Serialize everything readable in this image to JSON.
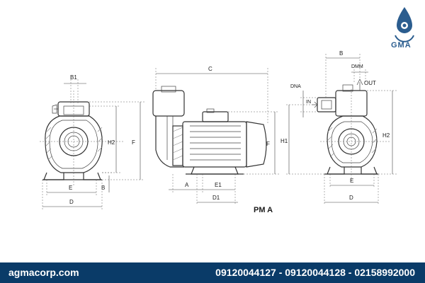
{
  "brand": {
    "logo_text": "GMA",
    "logo_icon": "water-drop-gear-icon",
    "color": "#2b5d8f"
  },
  "footer": {
    "website": "agmacorp.com",
    "phones": "09120044127 - 09120044128 - 02158992000",
    "bg_color": "#0a3b68"
  },
  "diagram": {
    "title": "PM A",
    "front_view": {
      "labels": {
        "b1": "B1",
        "h2": "H2",
        "f": "F",
        "e": "E",
        "b": "B",
        "d": "D"
      }
    },
    "side_view": {
      "labels": {
        "c": "C",
        "f": "F",
        "a": "A",
        "e1": "E1",
        "d1": "D1"
      }
    },
    "rear_view": {
      "labels": {
        "b": "B",
        "dmm": "DMM",
        "dna": "DNA",
        "out": "OUT",
        "in": "IN",
        "h1": "H1",
        "h2": "H2",
        "e": "E",
        "d": "D"
      }
    }
  }
}
